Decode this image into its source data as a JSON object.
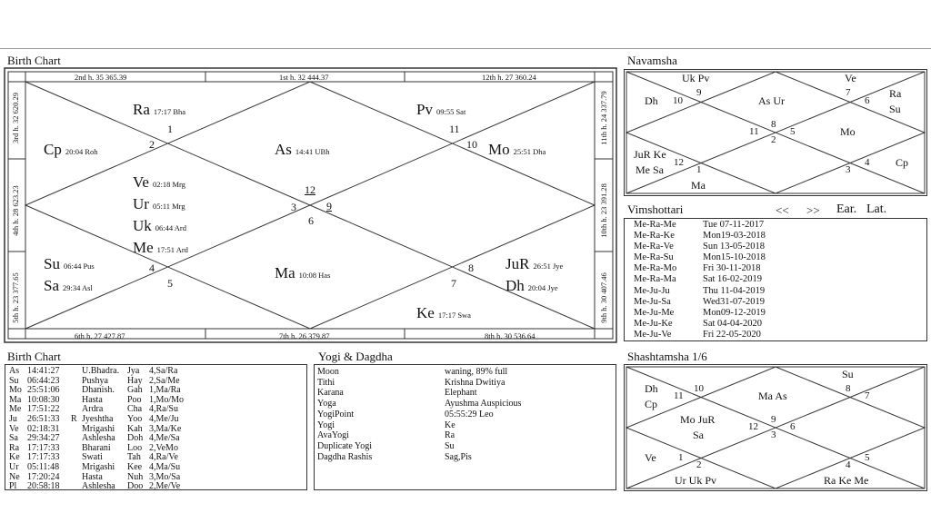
{
  "birth_chart": {
    "title": "Birth Chart",
    "house_labels": {
      "top_left": "2nd h.  35  365.39",
      "top_mid": "1st h.  32  444.37",
      "top_right": "12th h.  27  360.24",
      "left_top": "3rd h.  32  620.29",
      "left_mid": "4th h.  28  623.23",
      "left_bot": "5th h.  23  377.65",
      "right_top": "11th h.  24  337.79",
      "right_mid": "10th h.  23  391.28",
      "right_bot": "9th h.  30  407.46",
      "bot_left": "6th h.  27  427.87",
      "bot_mid": "7th h.  26  379.87",
      "bot_right": "8th h.  30  536.64"
    },
    "house_numbers": [
      "1",
      "2",
      "3",
      "4",
      "5",
      "6",
      "7",
      "8",
      "9",
      "10",
      "11",
      "12"
    ],
    "planets": {
      "ra": {
        "name": "Ra",
        "info": "17:17  Bha"
      },
      "pv": {
        "name": "Pv",
        "info": "09:55  Sat"
      },
      "cp": {
        "name": "Cp",
        "info": "20:04  Roh"
      },
      "as": {
        "name": "As",
        "info": "14:41  UBh"
      },
      "mo": {
        "name": "Mo",
        "info": "25:51  Dha"
      },
      "ve": {
        "name": "Ve",
        "info": "02:18  Mrg"
      },
      "ur": {
        "name": "Ur",
        "info": "05:11  Mrg"
      },
      "uk": {
        "name": "Uk",
        "info": "06:44  Ard"
      },
      "me": {
        "name": "Me",
        "info": "17:51  Ard"
      },
      "su": {
        "name": "Su",
        "info": "06:44  Pus"
      },
      "sa": {
        "name": "Sa",
        "info": "29:34  Asl"
      },
      "ma": {
        "name": "Ma",
        "info": "10:08  Has"
      },
      "jur": {
        "name": "JuR",
        "info": "26:51  Jye"
      },
      "dh": {
        "name": "Dh",
        "info": "20:04  Jye"
      },
      "ke": {
        "name": "Ke",
        "info": "17:17  Swa"
      }
    }
  },
  "navamsha": {
    "title": "Navamsha",
    "labels": {
      "a": "Uk Pv",
      "b": "9",
      "c": "Dh",
      "d": "10",
      "e": "As Ur",
      "f": "Ve",
      "g": "7",
      "h": "6",
      "i": "Ra",
      "j": "Su",
      "k": "8",
      "l": "11",
      "m": "2",
      "n": "5",
      "o": "Mo",
      "p": "JuR Ke",
      "q": "Me Sa",
      "r": "12",
      "s": "1",
      "t": "Ma",
      "u": "3",
      "v": "4",
      "w": "Cp"
    }
  },
  "vimshottari": {
    "title": "Vimshottari",
    "prev": "<<",
    "next": ">>",
    "ear": "Ear.",
    "lat": "Lat.",
    "rows": [
      {
        "d": "Me-Ra-Me",
        "t": "Tue 07-11-2017"
      },
      {
        "d": "Me-Ra-Ke",
        "t": "Mon19-03-2018"
      },
      {
        "d": "Me-Ra-Ve",
        "t": "Sun 13-05-2018"
      },
      {
        "d": "Me-Ra-Su",
        "t": "Mon15-10-2018"
      },
      {
        "d": "Me-Ra-Mo",
        "t": "Fri  30-11-2018"
      },
      {
        "d": "Me-Ra-Ma",
        "t": "Sat  16-02-2019"
      },
      {
        "d": "Me-Ju-Ju",
        "t": "Thu  11-04-2019"
      },
      {
        "d": "Me-Ju-Sa",
        "t": "Wed31-07-2019"
      },
      {
        "d": "Me-Ju-Me",
        "t": "Mon09-12-2019"
      },
      {
        "d": "Me-Ju-Ke",
        "t": "Sat  04-04-2020"
      },
      {
        "d": "Me-Ju-Ve",
        "t": "Fri  22-05-2020"
      }
    ]
  },
  "birth_table": {
    "title": "Birth Chart",
    "rows": [
      {
        "p": "As",
        "deg": "14:41:27",
        "r": "",
        "nak": "U.Bhadra.",
        "ab": "Jya",
        "pd": "4,Sa/Ra"
      },
      {
        "p": "Su",
        "deg": "06:44:23",
        "r": "",
        "nak": "Pushya",
        "ab": "Hay",
        "pd": "2,Sa/Me"
      },
      {
        "p": "Mo",
        "deg": "25:51:06",
        "r": "",
        "nak": "Dhanish.",
        "ab": "Gah",
        "pd": "1,Ma/Ra"
      },
      {
        "p": "Ma",
        "deg": "10:08:30",
        "r": "",
        "nak": "Hasta",
        "ab": "Poo",
        "pd": "1,Mo/Mo"
      },
      {
        "p": "Me",
        "deg": "17:51:22",
        "r": "",
        "nak": "Ardra",
        "ab": "Cha",
        "pd": "4,Ra/Su"
      },
      {
        "p": "Ju",
        "deg": "26:51:33",
        "r": "R",
        "nak": "Jyeshtha",
        "ab": "Yoo",
        "pd": "4,Me/Ju"
      },
      {
        "p": "Ve",
        "deg": "02:18:31",
        "r": "",
        "nak": "Mrigashi",
        "ab": "Kah",
        "pd": "3,Ma/Ke"
      },
      {
        "p": "Sa",
        "deg": "29:34:27",
        "r": "",
        "nak": "Ashlesha",
        "ab": "Doh",
        "pd": "4,Me/Sa"
      },
      {
        "p": "Ra",
        "deg": "17:17:33",
        "r": "",
        "nak": "Bharani",
        "ab": "Loo",
        "pd": "2,VeMo"
      },
      {
        "p": "Ke",
        "deg": "17:17:33",
        "r": "",
        "nak": "Swati",
        "ab": "Tah",
        "pd": "4,Ra/Ve"
      },
      {
        "p": "Ur",
        "deg": "05:11:48",
        "r": "",
        "nak": "Mrigashi",
        "ab": "Kee",
        "pd": "4,Ma/Su"
      },
      {
        "p": "Ne",
        "deg": "17:20:24",
        "r": "",
        "nak": "Hasta",
        "ab": "Nuh",
        "pd": "3,Mo/Sa"
      },
      {
        "p": "Pl",
        "deg": "20:58:18",
        "r": "",
        "nak": "Ashlesha",
        "ab": "Doo",
        "pd": "2,Me/Ve"
      }
    ]
  },
  "yogi": {
    "title": "Yogi & Dagdha",
    "rows": [
      {
        "k": "Moon",
        "v": "waning, 89% full"
      },
      {
        "k": "Tithi",
        "v": "Krishna  Dwitiya"
      },
      {
        "k": "Karana",
        "v": "Elephant"
      },
      {
        "k": "Yoga",
        "v": "Ayushma Auspicious"
      },
      {
        "k": "YogiPoint",
        "v": "05:55:29 Leo"
      },
      {
        "k": "Yogi",
        "v": "Ke"
      },
      {
        "k": "AvaYogi",
        "v": "Ra"
      },
      {
        "k": "Duplicate Yogi",
        "v": "Su"
      },
      {
        "k": "Dagdha Rashis",
        "v": "Sag,Pis"
      }
    ]
  },
  "shashtamsha": {
    "title": "Shashtamsha 1/6",
    "labels": {
      "a": "Su",
      "b": "Dh",
      "c": "Cp",
      "d": "11",
      "e": "10",
      "f": "Ma As",
      "g": "8",
      "h": "7",
      "i": "Mo JuR",
      "j": "Sa",
      "k": "12",
      "l": "9",
      "m": "3",
      "n": "6",
      "o": "Ve",
      "p": "1",
      "q": "2",
      "r": "Ur Uk Pv",
      "s": "4",
      "t": "5",
      "u": "Ra Ke Me"
    }
  }
}
